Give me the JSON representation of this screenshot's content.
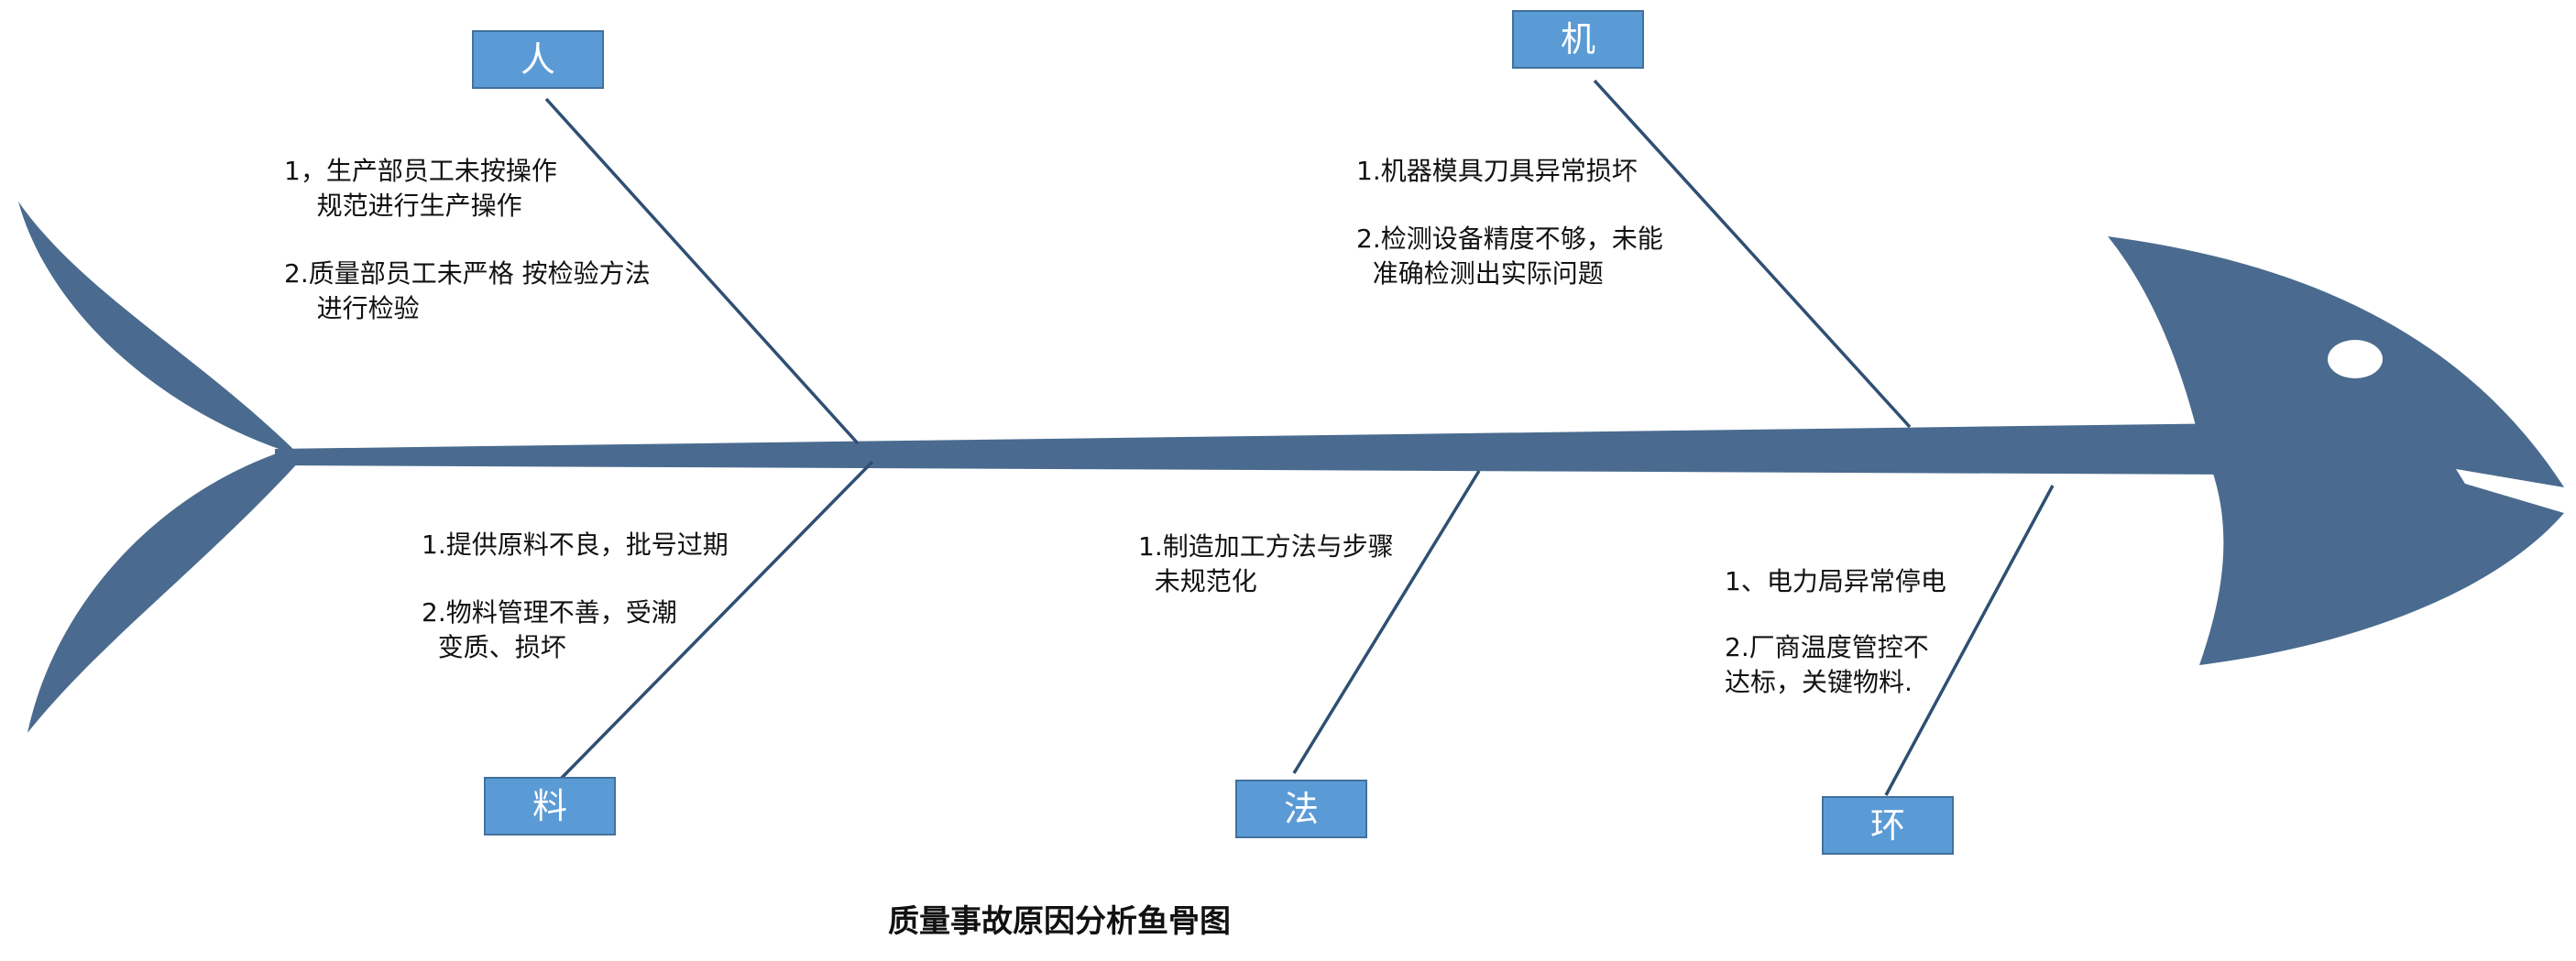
{
  "diagram": {
    "title": "质量事故原因分析鱼骨图",
    "fish_color": "#4a6b8f",
    "box_color": "#5b9bd5",
    "categories": [
      {
        "id": "people",
        "label": "人",
        "causes": [
          "1，生产部员工未按操作\n    规范进行生产操作",
          "2.质量部员工未严格 按检验方法\n    进行检验"
        ]
      },
      {
        "id": "machine",
        "label": "机",
        "causes": [
          "1.机器模具刀具异常损坏",
          "2.检测设备精度不够，未能\n  准确检测出实际问题"
        ]
      },
      {
        "id": "material",
        "label": "料",
        "causes": [
          "1.提供原料不良，批号过期",
          "2.物料管理不善，受潮\n  变质、损坏"
        ]
      },
      {
        "id": "method",
        "label": "法",
        "causes": [
          "1.制造加工方法与步骤\n  未规范化"
        ]
      },
      {
        "id": "environment",
        "label": "环",
        "causes": [
          "1、电力局异常停电",
          "2.厂商温度管控不\n达标，关键物料."
        ]
      }
    ]
  }
}
